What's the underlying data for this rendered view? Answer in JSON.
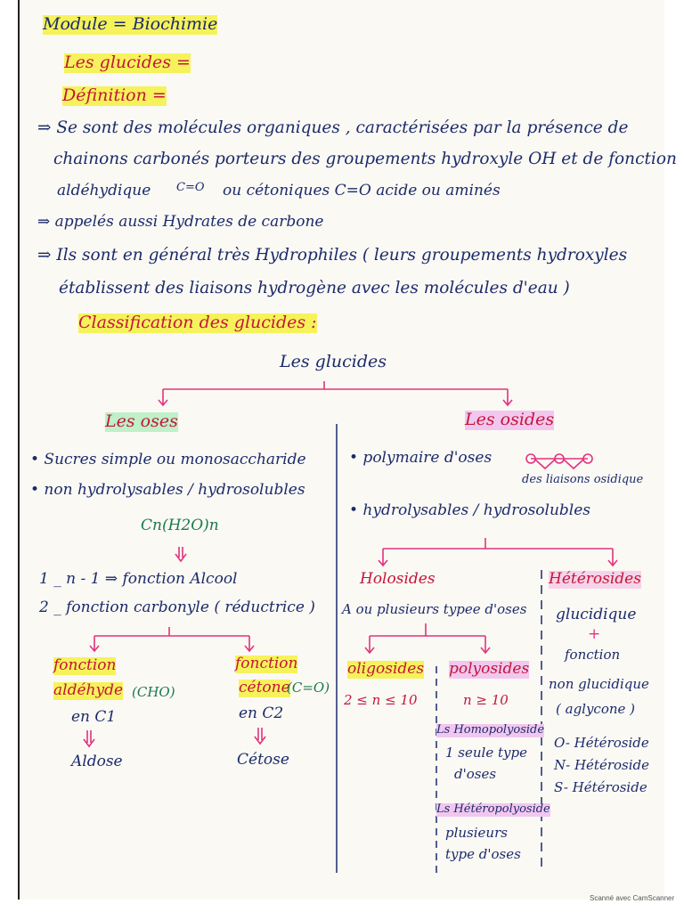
{
  "header": {
    "module": "Module = Biochimie",
    "chapter": "Les glucides =",
    "definition": "Définition ="
  },
  "definition": {
    "l1": "⇒ Se sont des molécules organiques , caractérisées par la présence de",
    "l2": "chainons carbonés porteurs des groupements hydroxyle OH et de fonction",
    "l3a": "aldéhydique",
    "l3b": "C=O",
    "l3c": "ou cétoniques C=O acide ou aminés",
    "l4": "⇒ appelés aussi Hydrates de carbone",
    "l5": "⇒ Ils sont en général très Hydrophiles ( leurs groupements hydroxyles",
    "l6": "établissent des liaisons hydrogène avec les molécules d'eau )"
  },
  "classification": {
    "title": "Classification des glucides :",
    "root": "Les glucides"
  },
  "oses": {
    "title": "Les oses",
    "b1": "• Sucres simple ou monosaccharide",
    "b2": "• non hydrolysables / hydrosolubles",
    "formula": "Cn(H2O)n",
    "p1": "1 _ n - 1 ⇒ fonction Alcool",
    "p2": "2 _ fonction carbonyle ( réductrice )",
    "ald1": "fonction",
    "ald2": "aldéhyde",
    "ald_cho": "(CHO)",
    "ald3": "en C1",
    "ald4": "Aldose",
    "cet1": "fonction",
    "cet2": "cétone",
    "cet_co": "(C=O)",
    "cet3": "en C2",
    "cet4": "Cétose"
  },
  "osides": {
    "title": "Les osides",
    "b1": "• polymaire d'oses",
    "liaison": "des liaisons osidique",
    "b2": "• hydrolysables / hydrosolubles",
    "holo": "Holosides",
    "holo_desc": "A ou plusieurs typee d'oses",
    "oligo": "oligosides",
    "oligo_range": "2 ≤ n ≤ 10",
    "poly": "polyosides",
    "poly_range": "n ≥ 10",
    "homo": "Ls Homopolyoside",
    "homo_d1": "1 seule type",
    "homo_d2": "d'oses",
    "hetp": "Ls Hétéropolyoside",
    "hetp_d1": "plusieurs",
    "hetp_d2": "type d'oses",
    "hetero": "Hétérosides",
    "h1": "glucidique",
    "h2": "+",
    "h3": "fonction",
    "h4": "non glucidique",
    "h5": "( aglycone )",
    "h6": "O- Hétéroside",
    "h7": "N- Hétéroside",
    "h8": "S- Hétéroside"
  },
  "footer": {
    "text": "Scanné avec CamScanner"
  },
  "colors": {
    "ink": "#1b2b6b",
    "red": "#c3163a",
    "pink": "#e2337f",
    "yellow": "#f6f25b",
    "green": "#bff0c8",
    "violet": "#f2c7ef"
  }
}
